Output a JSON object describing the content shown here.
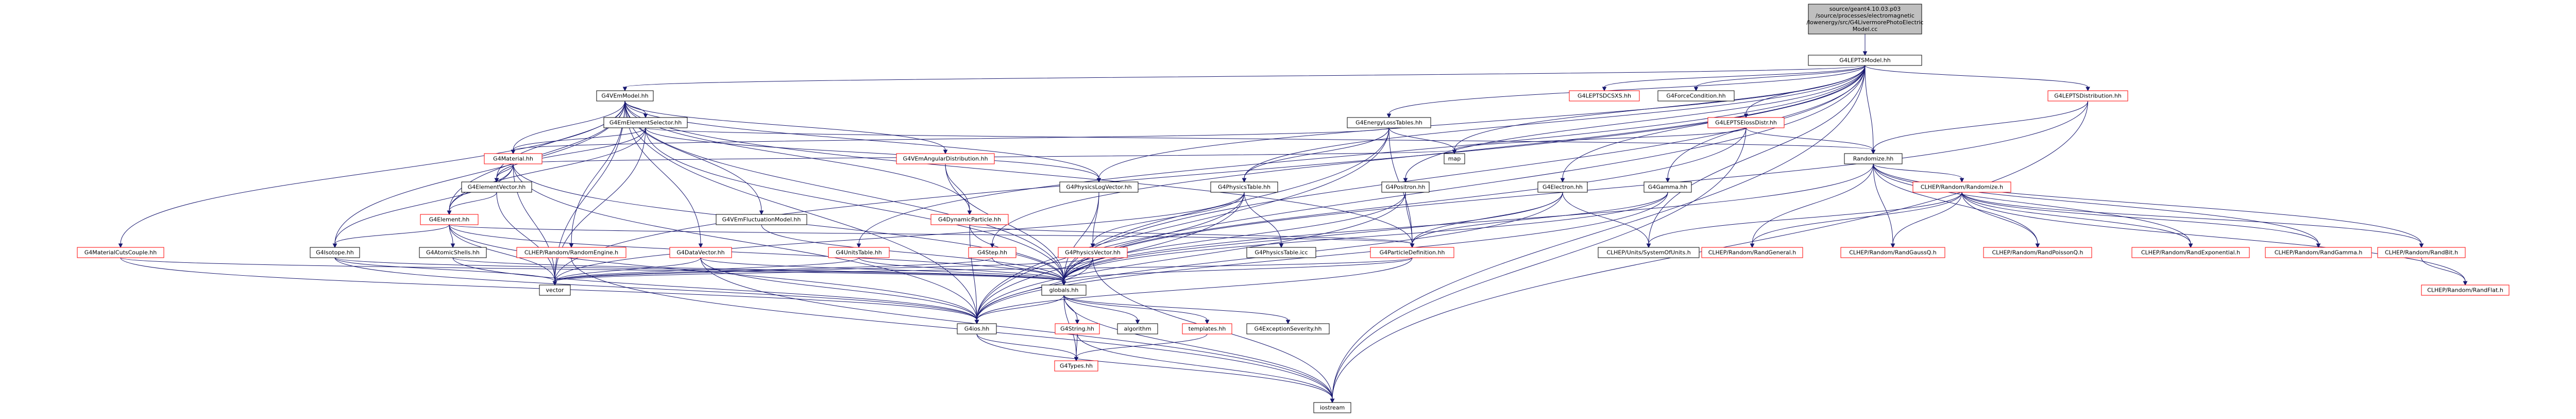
{
  "colors": {
    "edge": "#191970",
    "documented_border": "#000000",
    "undocumented_border": "#ff0000",
    "root_fill": "#bfbfbf",
    "node_fill": "#ffffff",
    "text": "#000000"
  },
  "diagram": {
    "type": "include-dependency-graph",
    "nodes": [
      {
        "id": "root",
        "label": "source/geant4.10.03.p03\n/source/processes/electromagnetic\n/lowenergy/src/G4LivermorePhotoElectric\nModel.cc",
        "style": "root"
      },
      {
        "id": "model_h",
        "label": "G4LEPTSModel.hh",
        "style": "black"
      },
      {
        "id": "vemodel",
        "label": "G4VEmModel.hh",
        "style": "black"
      },
      {
        "id": "leptsdcs",
        "label": "G4LEPTSDCSXS.hh",
        "style": "red"
      },
      {
        "id": "forcecond",
        "label": "G4ForceCondition.hh",
        "style": "black"
      },
      {
        "id": "leptsxs",
        "label": "G4LEPTSDistribution.hh",
        "style": "red"
      },
      {
        "id": "emelemsel",
        "label": "G4EmElementSelector.hh",
        "style": "black"
      },
      {
        "id": "energyloss",
        "label": "G4EnergyLossTables.hh",
        "style": "black"
      },
      {
        "id": "leptselossdist",
        "label": "G4LEPTSElossDistr.hh",
        "style": "red"
      },
      {
        "id": "material",
        "label": "G4Material.hh",
        "style": "red"
      },
      {
        "id": "vemangdist",
        "label": "G4VEmAngularDistribution.hh",
        "style": "red"
      },
      {
        "id": "map",
        "label": "map",
        "style": "black"
      },
      {
        "id": "randomize",
        "label": "Randomize.hh",
        "style": "black"
      },
      {
        "id": "elemvector",
        "label": "G4ElementVector.hh",
        "style": "black"
      },
      {
        "id": "physlogvec",
        "label": "G4PhysicsLogVector.hh",
        "style": "black"
      },
      {
        "id": "physicstable",
        "label": "G4PhysicsTable.hh",
        "style": "black"
      },
      {
        "id": "positron",
        "label": "G4Positron.hh",
        "style": "black"
      },
      {
        "id": "electron",
        "label": "G4Electron.hh",
        "style": "black"
      },
      {
        "id": "gamma",
        "label": "G4Gamma.hh",
        "style": "black"
      },
      {
        "id": "clhepranomize",
        "label": "CLHEP/Random/Randomize.h",
        "style": "red"
      },
      {
        "id": "element",
        "label": "G4Element.hh",
        "style": "red"
      },
      {
        "id": "dynparticle",
        "label": "G4DynamicParticle.hh",
        "style": "red"
      },
      {
        "id": "vemfluct",
        "label": "G4VEmFluctuationModel.hh",
        "style": "black"
      },
      {
        "id": "materialcuts",
        "label": "G4MaterialCutsCouple.hh",
        "style": "red"
      },
      {
        "id": "isotope",
        "label": "G4Isotope.hh",
        "style": "black"
      },
      {
        "id": "atomsym",
        "label": "G4AtomicShells.hh",
        "style": "black"
      },
      {
        "id": "randomengine",
        "label": "CLHEP/Random/RandomEngine.h",
        "style": "red"
      },
      {
        "id": "datavector",
        "label": "G4DataVector.hh",
        "style": "red"
      },
      {
        "id": "unitstable",
        "label": "G4UnitsTable.hh",
        "style": "red"
      },
      {
        "id": "step",
        "label": "G4Step.hh",
        "style": "red"
      },
      {
        "id": "physvector",
        "label": "G4PhysicsVector.hh",
        "style": "red"
      },
      {
        "id": "physicstablecc",
        "label": "G4PhysicsTable.icc",
        "style": "black"
      },
      {
        "id": "particledef",
        "label": "G4ParticleDefinition.hh",
        "style": "red"
      },
      {
        "id": "clhepunits",
        "label": "CLHEP/Units/SystemOfUnits.h",
        "style": "black"
      },
      {
        "id": "randgauss",
        "label": "CLHEP/Random/RandGeneral.h",
        "style": "red"
      },
      {
        "id": "randgaussq",
        "label": "CLHEP/Random/RandGaussQ.h",
        "style": "red"
      },
      {
        "id": "randpoisson",
        "label": "CLHEP/Random/RandPoissonQ.h",
        "style": "red"
      },
      {
        "id": "randexp",
        "label": "CLHEP/Random/RandExponential.h",
        "style": "red"
      },
      {
        "id": "randgamma",
        "label": "CLHEP/Random/RandGamma.h",
        "style": "red"
      },
      {
        "id": "randbit",
        "label": "CLHEP/Random/RandBit.h",
        "style": "red"
      },
      {
        "id": "randflat",
        "label": "CLHEP/Random/RandFlat.h",
        "style": "red"
      },
      {
        "id": "vector",
        "label": "vector",
        "style": "black"
      },
      {
        "id": "globals",
        "label": "globals.hh",
        "style": "black"
      },
      {
        "id": "ios",
        "label": "G4ios.hh",
        "style": "black"
      },
      {
        "id": "g4string",
        "label": "G4String.hh",
        "style": "red"
      },
      {
        "id": "algorithm",
        "label": "algorithm",
        "style": "black"
      },
      {
        "id": "templates",
        "label": "templates.hh",
        "style": "red"
      },
      {
        "id": "exception",
        "label": "G4ExceptionSeverity.hh",
        "style": "black"
      },
      {
        "id": "types",
        "label": "G4Types.hh",
        "style": "red"
      },
      {
        "id": "iostream",
        "label": "iostream",
        "style": "black"
      }
    ]
  }
}
